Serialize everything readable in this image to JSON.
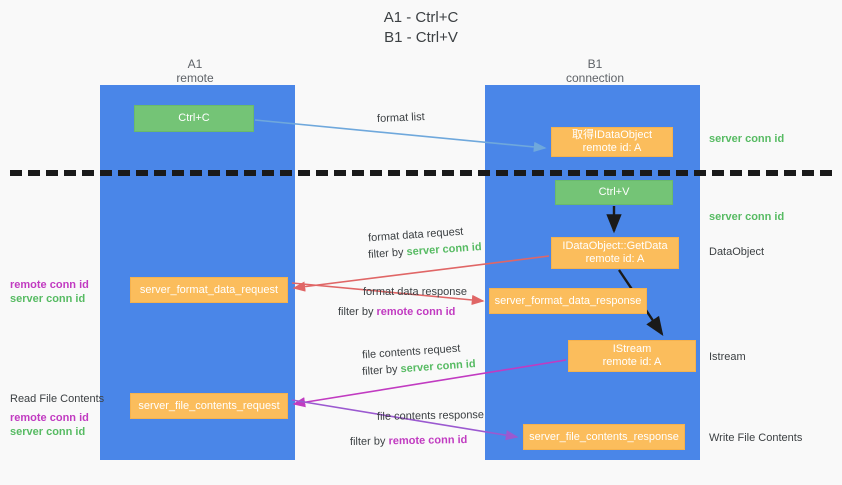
{
  "title": "A1 - Ctrl+C\nB1 - Ctrl+V",
  "columns": {
    "a1": "A1\nremote",
    "b1": "B1\nconnection"
  },
  "colors": {
    "lane": "#4a86e8",
    "green_box": "#74c476",
    "orange_box": "#fbbd5c",
    "server_conn_text": "#57bb63",
    "remote_conn_text": "#c13bc1",
    "arrow_blue": "#6fa8dc",
    "arrow_red": "#e06666",
    "arrow_magenta": "#c13bc1",
    "arrow_purple": "#9b59d0",
    "arrow_black": "#1a1a1a",
    "divider": "#1a1a1a",
    "background": "#f9f9f9"
  },
  "boxes": {
    "ctrl_c": "Ctrl+C",
    "idataobject": "取得IDataObject\nremote id: A",
    "ctrl_v": "Ctrl+V",
    "getdata": "IDataObject::GetData\nremote id: A",
    "server_format_data_request": "server_format_data_request",
    "server_format_data_response": "server_format_data_response",
    "istream": "IStream\nremote id: A",
    "server_file_contents_request": "server_file_contents_request",
    "server_file_contents_response": "server_file_contents_response"
  },
  "arrow_labels": {
    "format_list": "format list",
    "format_data_request": "format data request",
    "format_data_request_filter_prefix": "filter by ",
    "format_data_request_filter_value": "server conn id",
    "format_data_response": "format data response",
    "format_data_response_filter_prefix": "filter by ",
    "format_data_response_filter_value": "remote conn id",
    "file_contents_request": "file contents request",
    "file_contents_request_filter_prefix": "filter by ",
    "file_contents_request_filter_value": "server conn id",
    "file_contents_response": "file contents response",
    "file_contents_response_filter_prefix": "filter by ",
    "file_contents_response_filter_value": "remote conn id"
  },
  "annotations": {
    "server_conn_id_top": "server conn id",
    "server_conn_id_mid": "server conn id",
    "dataobject": "DataObject",
    "istream": "Istream",
    "write_file_contents": "Write File Contents",
    "left_remote_conn_id": "remote conn id",
    "left_server_conn_id": "server conn id",
    "read_file_contents": "Read File Contents",
    "left_remote_conn_id_2": "remote conn id",
    "left_server_conn_id_2": "server conn id"
  }
}
